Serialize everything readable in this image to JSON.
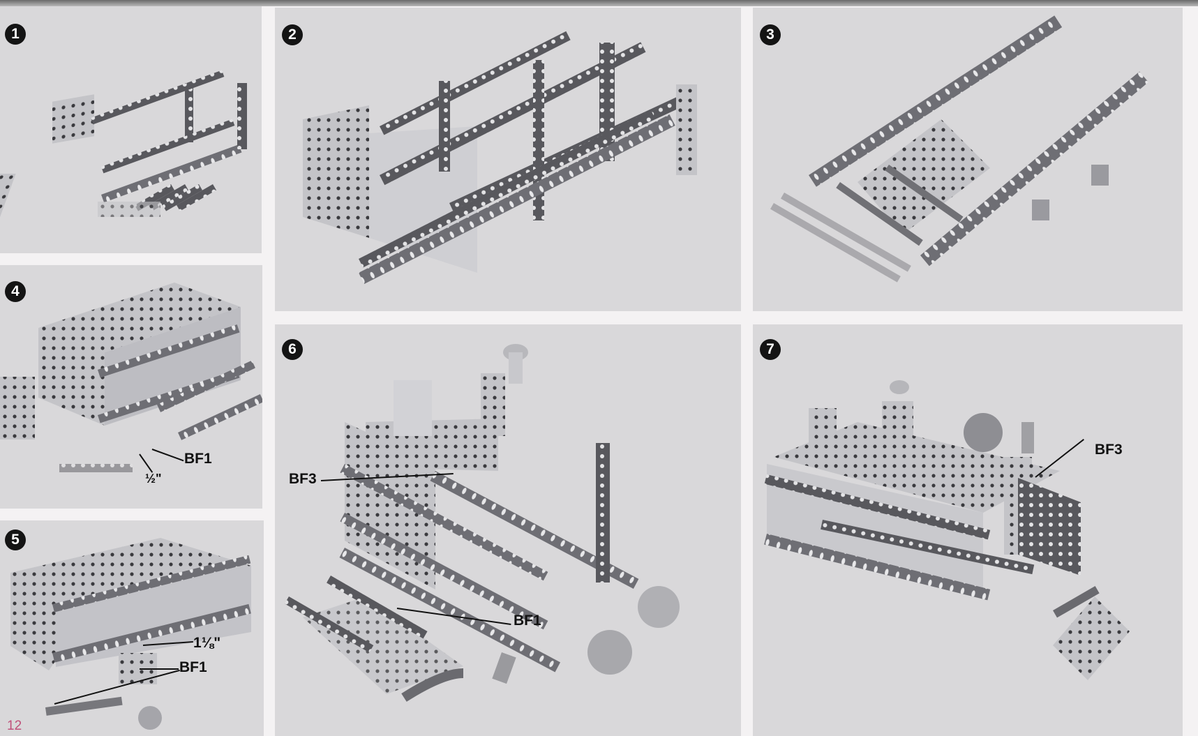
{
  "page_number": "12",
  "steps": [
    {
      "number": "1"
    },
    {
      "number": "2"
    },
    {
      "number": "3"
    },
    {
      "number": "4",
      "callouts": [
        "BF1",
        "½\""
      ]
    },
    {
      "number": "5",
      "callouts": [
        "1⅛\"",
        "BF1"
      ]
    },
    {
      "number": "6",
      "callouts": [
        "BF3",
        "BF1"
      ]
    },
    {
      "number": "7",
      "callouts": [
        "BF3"
      ]
    }
  ],
  "colors": {
    "panel_bg": "#d9d8da",
    "page_bg": "#f4f2f3",
    "page_number": "#c0507a",
    "metal": "#a9a9ad",
    "metal_dark": "#55555a"
  }
}
